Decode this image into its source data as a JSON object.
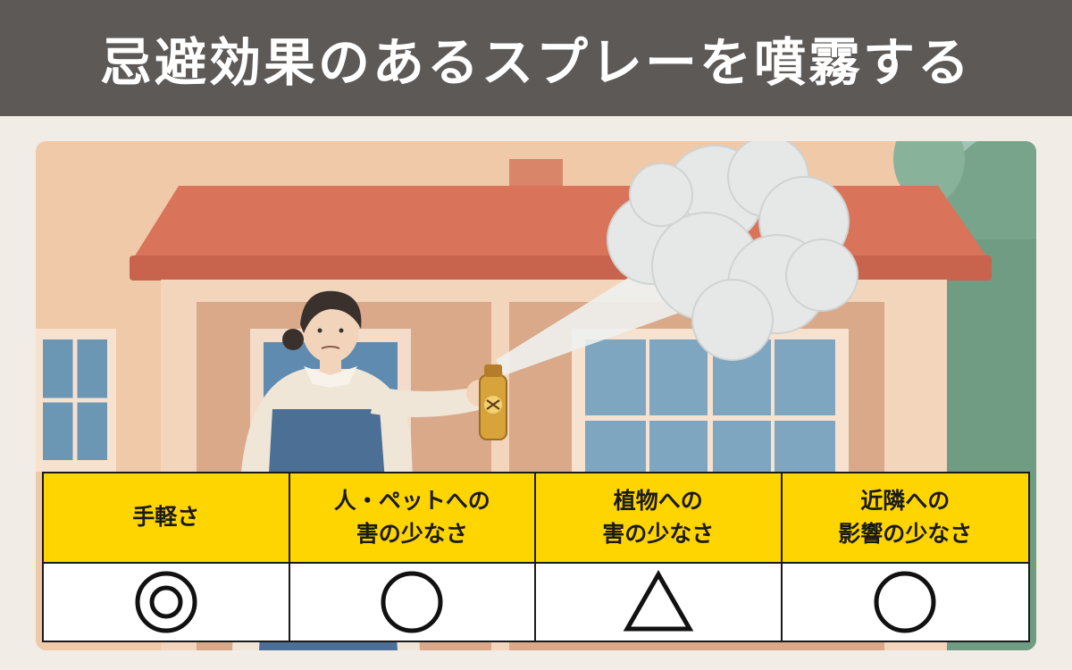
{
  "header": {
    "title": "忌避効果のあるスプレーを噴霧する",
    "background": "#5d5957"
  },
  "scene": {
    "description_icon": "person-spraying-house-illustration"
  },
  "table": {
    "headers": [
      "手軽さ",
      "人・ペットへの\n害の少なさ",
      "植物への\n害の少なさ",
      "近隣への\n影響の少なさ"
    ],
    "ratings": [
      {
        "symbol": "double-circle",
        "label": "◎"
      },
      {
        "symbol": "circle",
        "label": "○"
      },
      {
        "symbol": "triangle",
        "label": "△"
      },
      {
        "symbol": "circle",
        "label": "○"
      }
    ],
    "header_color": "#ffd500"
  }
}
